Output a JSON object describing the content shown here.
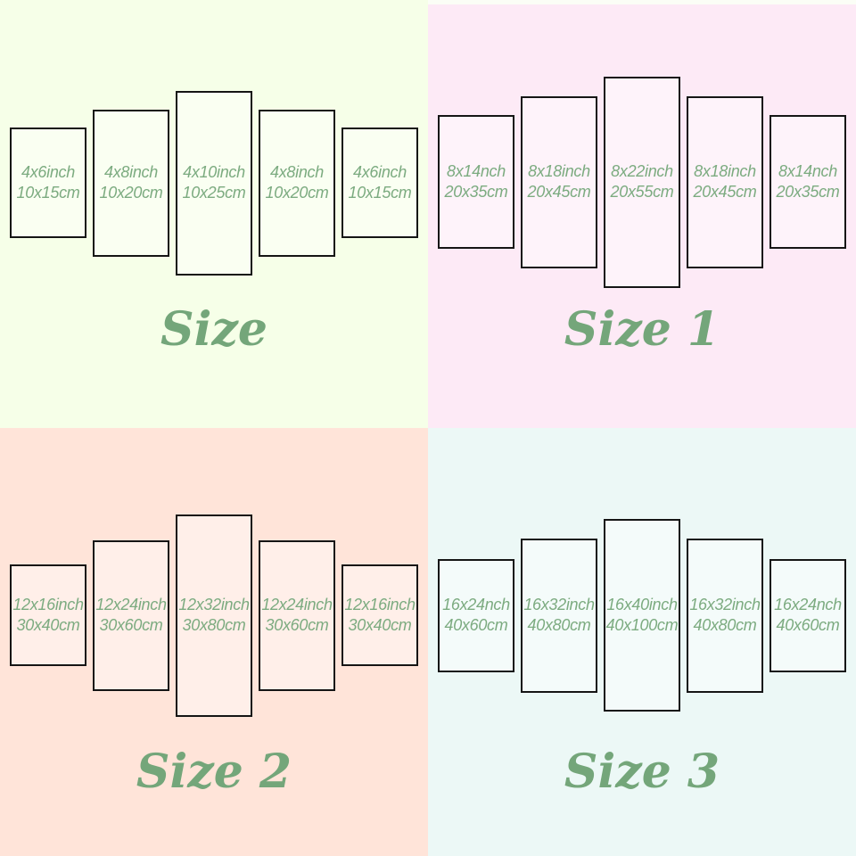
{
  "colors": {
    "label_text_green": "#7cab80",
    "title_text_green": "#74a67a",
    "panel_border": "#151515",
    "quadrant_backgrounds": [
      "#f6ffe8",
      "#fdeaf6",
      "#ffe4d9",
      "#ecf8f6"
    ]
  },
  "quadrants": [
    {
      "title": "Size",
      "background": "#f6ffe8",
      "panels": [
        {
          "inch_label": "4x6inch",
          "cm_label": "10x15cm"
        },
        {
          "inch_label": "4x8inch",
          "cm_label": "10x20cm"
        },
        {
          "inch_label": "4x10inch",
          "cm_label": "10x25cm"
        },
        {
          "inch_label": "4x8inch",
          "cm_label": "10x20cm"
        },
        {
          "inch_label": "4x6inch",
          "cm_label": "10x15cm"
        }
      ]
    },
    {
      "title": "Size 1",
      "background": "#fdeaf6",
      "panels": [
        {
          "inch_label": "8x14nch",
          "cm_label": "20x35cm"
        },
        {
          "inch_label": "8x18inch",
          "cm_label": "20x45cm"
        },
        {
          "inch_label": "8x22inch",
          "cm_label": "20x55cm"
        },
        {
          "inch_label": "8x18inch",
          "cm_label": "20x45cm"
        },
        {
          "inch_label": "8x14nch",
          "cm_label": "20x35cm"
        }
      ]
    },
    {
      "title": "Size 2",
      "background": "#ffe4d9",
      "panels": [
        {
          "inch_label": "12x16inch",
          "cm_label": "30x40cm"
        },
        {
          "inch_label": "12x24inch",
          "cm_label": "30x60cm"
        },
        {
          "inch_label": "12x32inch",
          "cm_label": "30x80cm"
        },
        {
          "inch_label": "12x24inch",
          "cm_label": "30x60cm"
        },
        {
          "inch_label": "12x16inch",
          "cm_label": "30x40cm"
        }
      ]
    },
    {
      "title": "Size 3",
      "background": "#ecf8f6",
      "panels": [
        {
          "inch_label": "16x24nch",
          "cm_label": "40x60cm"
        },
        {
          "inch_label": "16x32inch",
          "cm_label": "40x80cm"
        },
        {
          "inch_label": "16x40inch",
          "cm_label": "40x100cm"
        },
        {
          "inch_label": "16x32inch",
          "cm_label": "40x80cm"
        },
        {
          "inch_label": "16x24nch",
          "cm_label": "40x60cm"
        }
      ]
    }
  ]
}
